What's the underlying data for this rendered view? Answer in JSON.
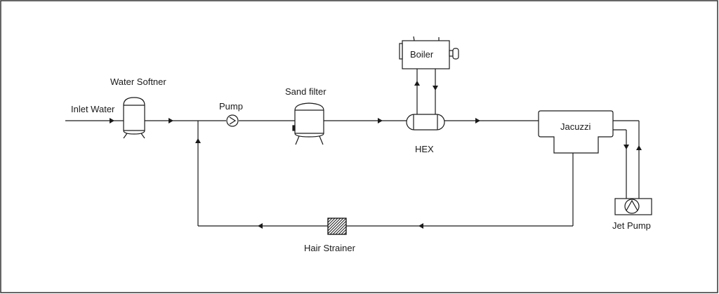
{
  "diagram": {
    "labels": {
      "inlet_water": "Inlet Water",
      "water_softner": "Water Softner",
      "pump": "Pump",
      "sand_filter": "Sand filter",
      "boiler": "Boiler",
      "hex": "HEX",
      "jacuzzi": "Jacuzzi",
      "jet_pump": "Jet Pump",
      "hair_strainer": "Hair Strainer"
    },
    "colors": {
      "line": "#1a1a1a",
      "background": "#ffffff",
      "border": "#333333"
    }
  }
}
